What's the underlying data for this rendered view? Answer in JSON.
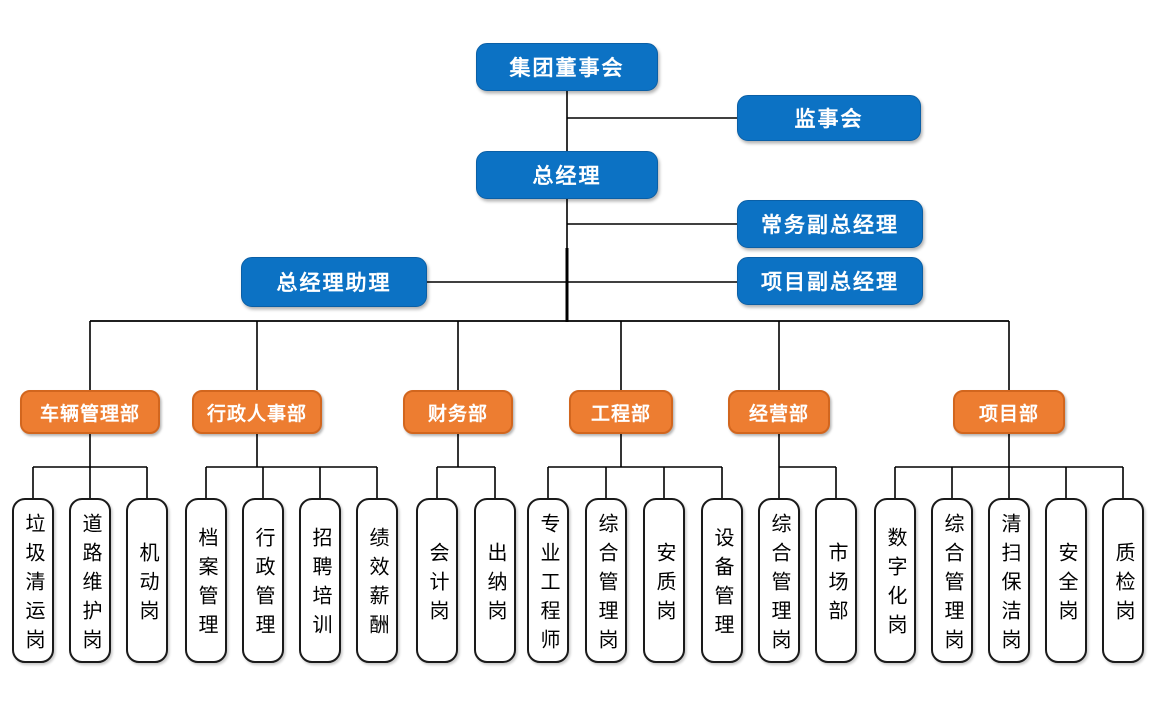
{
  "page": {
    "background": "#FFFFFF"
  },
  "colors": {
    "executive_fill": "#0C72C4",
    "executive_border": "#0A5FA6",
    "department_fill": "#ED7D31",
    "department_border": "#D2661E",
    "position_fill": "#FFFFFF",
    "position_border": "#1A1A1A",
    "connector": "#000000",
    "header_text": "#FFFFFF",
    "position_text": "#000000"
  },
  "executive": {
    "board": "集团董事会",
    "supervisory": "监事会",
    "general_manager": "总经理",
    "executive_deputy_gm": "常务副总经理",
    "gm_assistant": "总经理助理",
    "project_deputy_gm": "项目副总经理"
  },
  "departments": [
    {
      "name": "车辆管理部",
      "positions": [
        "垃圾清运岗",
        "道路维护岗",
        "机动岗"
      ]
    },
    {
      "name": "行政人事部",
      "positions": [
        "档案管理",
        "行政管理",
        "招聘培训",
        "绩效薪酬"
      ]
    },
    {
      "name": "财务部",
      "positions": [
        "会计岗",
        "出纳岗"
      ]
    },
    {
      "name": "工程部",
      "positions": [
        "专业工程师",
        "综合管理岗",
        "安质岗",
        "设备管理"
      ]
    },
    {
      "name": "经营部",
      "positions": [
        "综合管理岗",
        "市场部"
      ]
    },
    {
      "name": "项目部",
      "positions": [
        "数字化岗",
        "综合管理岗",
        "清扫保洁岗",
        "安全岗",
        "质检岗"
      ]
    }
  ]
}
